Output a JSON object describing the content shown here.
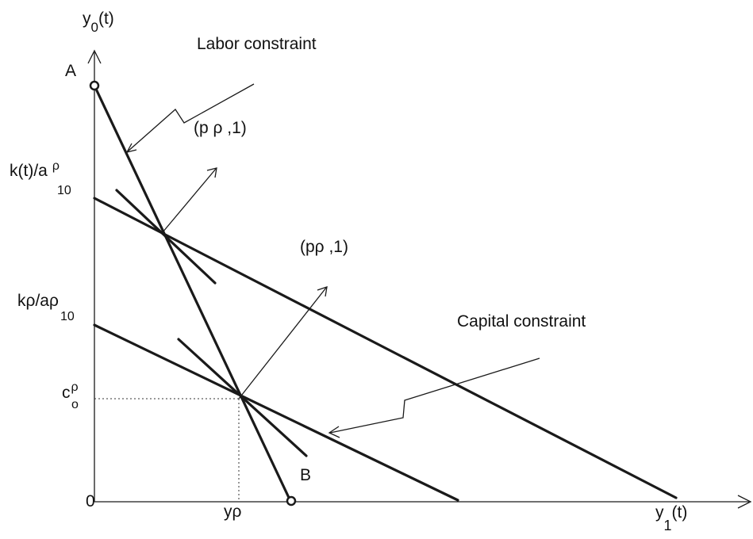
{
  "diagram": {
    "axes": {
      "y_axis_main": "y",
      "y_axis_sub": "0",
      "y_axis_arg": "(t)",
      "x_axis_main": "y",
      "x_axis_sub": "1",
      "x_axis_arg": "(t)",
      "origin": "0"
    },
    "points": {
      "A": "A",
      "B": "B"
    },
    "annotations": {
      "labor_constraint": "Labor constraint",
      "capital_constraint": "Capital constraint",
      "price_vector_upper": "(p ρ ,1)",
      "price_vector_lower": "(pρ  ,1)"
    },
    "y_ticks": {
      "k_over_a_main": "k(t)/a",
      "k_over_a_sup": "ρ",
      "k_over_a_sub": "10",
      "krho_over_a_main": "kρ/aρ",
      "krho_over_a_sub": "10",
      "c_main": "c",
      "c_sup": "ρ",
      "c_sub": "o"
    },
    "x_ticks": {
      "y_rho": "yρ"
    }
  }
}
